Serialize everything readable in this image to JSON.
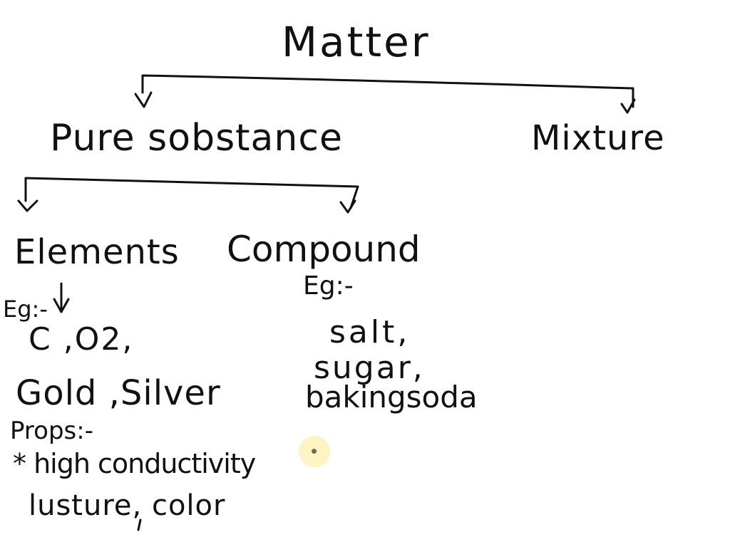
{
  "root": {
    "label": "Matter"
  },
  "branches": {
    "pure_substance": {
      "label": "Pure sobstance"
    },
    "mixture": {
      "label": "Mixture"
    }
  },
  "sub_branches": {
    "elements": {
      "label": "Elements",
      "eg_label": "Eg:-",
      "examples": [
        "C ,O2,",
        "Gold ,Silver"
      ],
      "props_label": "Props:-",
      "properties": [
        "* high conductivity",
        "lusture, color"
      ]
    },
    "compound": {
      "label": "Compound",
      "eg_label": "Eg:-",
      "examples": [
        "salt,",
        "sugar,",
        "bakingsoda"
      ]
    }
  },
  "colors": {
    "ink": "#111111",
    "background": "#ffffff",
    "cursor_highlight": "#fbf3b8"
  }
}
